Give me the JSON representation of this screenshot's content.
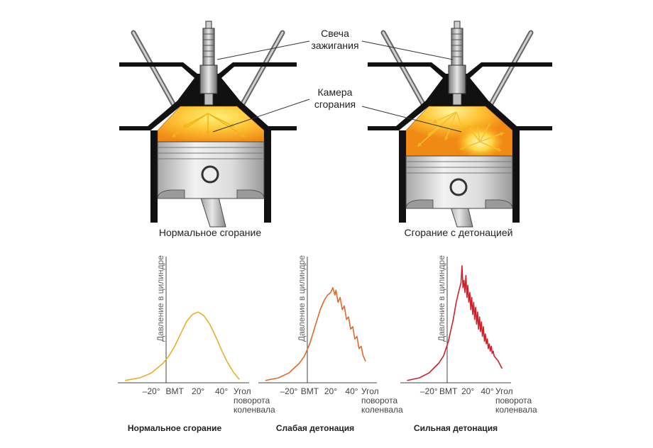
{
  "callouts": {
    "spark_plug": [
      "Свеча",
      "зажигания"
    ],
    "combustion_chamber": [
      "Камера",
      "сгорания"
    ]
  },
  "engine_captions": {
    "normal": "Нормальное сгорание",
    "detonation": "Сгорание с детонацией"
  },
  "colors": {
    "normal_curve": "#e8b02a",
    "weak_curve": "#e06a2a",
    "strong_curve": "#d0202a",
    "flame_inner": "#ffec6a",
    "flame_outer": "#f39a1a",
    "engine_gray": "#8a8a8a",
    "outline": "#111111"
  },
  "chart_data": [
    {
      "type": "line",
      "title": "Нормальное сгорание",
      "ylabel": "Давление в цилиндре",
      "xlabel": [
        "Угол",
        "поворота",
        "коленвала"
      ],
      "tick_labels": [
        "–20°",
        "ВМТ",
        "20°",
        "40°"
      ],
      "ticks": [
        -20,
        0,
        20,
        40
      ],
      "xlim": [
        -45,
        60
      ],
      "ylim": [
        0,
        100
      ],
      "series": [
        {
          "color": "#e8b02a",
          "x": [
            -42,
            -30,
            -20,
            -10,
            -5,
            0,
            5,
            10,
            15,
            20,
            25,
            30,
            35,
            40,
            45,
            50,
            55
          ],
          "y": [
            2,
            4,
            8,
            16,
            22,
            30,
            40,
            50,
            56,
            58,
            55,
            48,
            38,
            27,
            17,
            9,
            3
          ]
        }
      ]
    },
    {
      "type": "line",
      "title": "Слабая детонация",
      "ylabel": "Давление в цилиндре",
      "xlabel": [
        "Угол",
        "поворота",
        "коленвала"
      ],
      "tick_labels": [
        "–20°",
        "ВМТ",
        "20°",
        "40°"
      ],
      "ticks": [
        -20,
        0,
        20,
        40
      ],
      "xlim": [
        -45,
        60
      ],
      "ylim": [
        0,
        100
      ],
      "series": [
        {
          "color": "#e06a2a",
          "x": [
            -42,
            -30,
            -20,
            -10,
            -5,
            0,
            5,
            10,
            14,
            17,
            20,
            22,
            24,
            25,
            27,
            29,
            31,
            33,
            35,
            37,
            39,
            41,
            43,
            45,
            47,
            49,
            51,
            53
          ],
          "y": [
            2,
            4,
            8,
            16,
            22,
            32,
            46,
            60,
            68,
            72,
            74,
            78,
            72,
            76,
            66,
            70,
            60,
            63,
            52,
            54,
            44,
            46,
            36,
            38,
            28,
            30,
            22,
            18
          ]
        }
      ]
    },
    {
      "type": "line",
      "title": "Сильная детонация",
      "ylabel": "Давление в цилиндре",
      "xlabel": [
        "Угол",
        "поворота",
        "коленвала"
      ],
      "tick_labels": [
        "–20°",
        "ВМТ",
        "20°",
        "40°"
      ],
      "ticks": [
        -20,
        0,
        20,
        40
      ],
      "xlim": [
        -45,
        60
      ],
      "ylim": [
        0,
        100
      ],
      "series": [
        {
          "color": "#d0202a",
          "x": [
            -42,
            -30,
            -20,
            -10,
            -5,
            0,
            5,
            8,
            11,
            13,
            14,
            15,
            16,
            17,
            18,
            19,
            20,
            21,
            22,
            23,
            24,
            25,
            26,
            27,
            28,
            29,
            30,
            31,
            32,
            33,
            34,
            35,
            36,
            37,
            38,
            39,
            40,
            41,
            42,
            43,
            44,
            45,
            46,
            47,
            49,
            51,
            53,
            55
          ],
          "y": [
            2,
            4,
            8,
            16,
            22,
            34,
            52,
            66,
            76,
            82,
            96,
            78,
            84,
            74,
            88,
            70,
            80,
            66,
            74,
            60,
            70,
            56,
            66,
            52,
            62,
            48,
            58,
            44,
            54,
            42,
            50,
            38,
            46,
            34,
            40,
            32,
            36,
            28,
            32,
            26,
            30,
            24,
            26,
            22,
            20,
            18,
            15,
            12
          ]
        }
      ]
    }
  ]
}
